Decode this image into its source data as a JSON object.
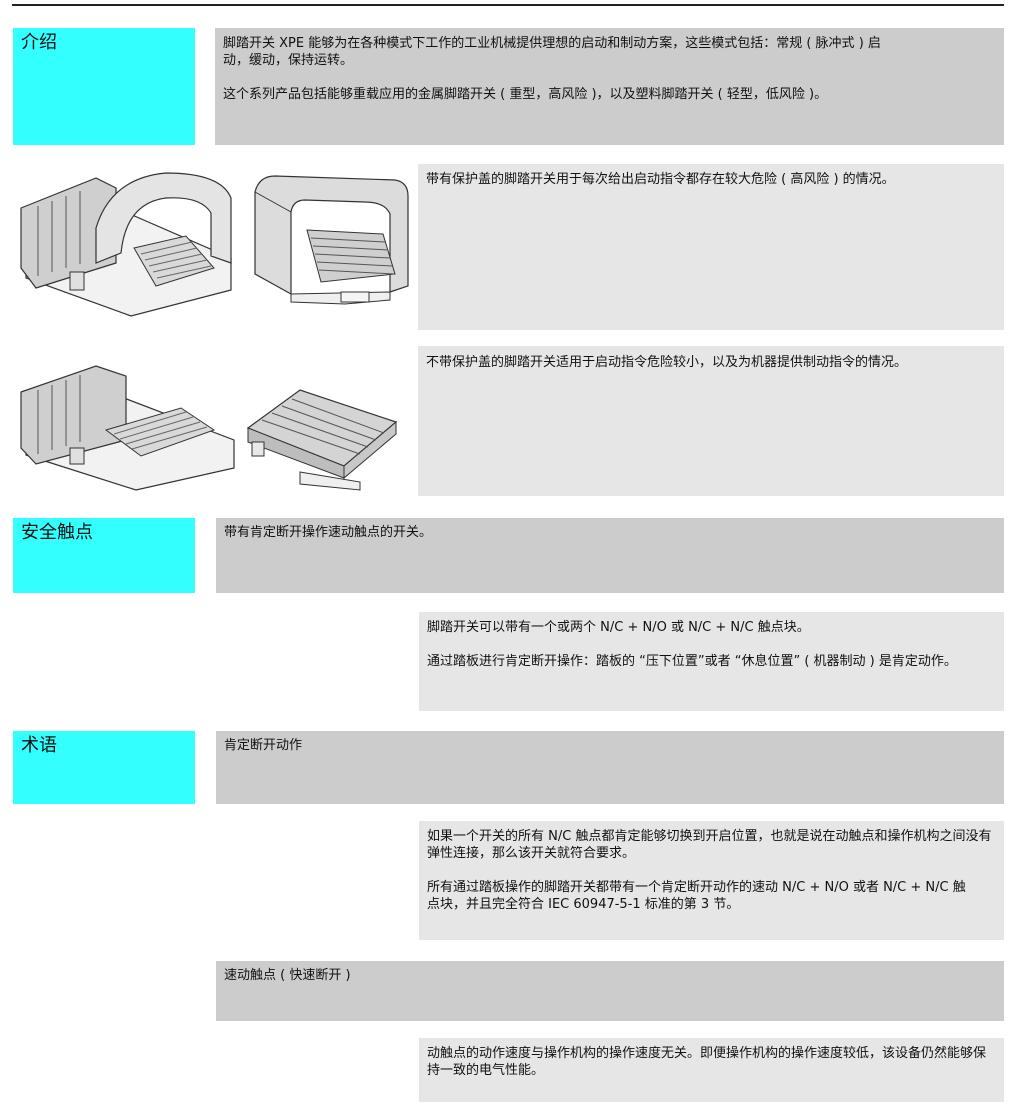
{
  "intro": {
    "label": "介绍",
    "paragraph_1": "脚踏开关 XPE 能够为在各种模式下工作的工业机械提供理想的启动和制动方案，这些模式包括：常规 ( 脉冲式 ) 启动，缓动，保持运转。",
    "paragraph_2": "这个系列产品包括能够重载应用的金属脚踏开关 ( 重型，高风险 )，以及塑料脚踏开关 ( 轻型，低风险 )。"
  },
  "covered_switch": {
    "description": "带有保护盖的脚踏开关用于每次给出启动指令都存在较大危险 ( 高风险 ) 的情况。"
  },
  "uncovered_switch": {
    "description": "不带保护盖的脚踏开关适用于启动指令危险较小，以及为机器提供制动指令的情况。"
  },
  "safety_contacts": {
    "label": "安全触点",
    "heading": "带有肯定断开操作速动触点的开关。",
    "paragraph_1": "脚踏开关可以带有一个或两个 N/C + N/O 或 N/C + N/C 触点块。",
    "paragraph_2": "通过踏板进行肯定断开操作：踏板的 “压下位置”或者 “休息位置” ( 机器制动 ) 是肯定动作。"
  },
  "terminology": {
    "label": "术语",
    "term_1": "肯定断开动作",
    "term_1_paragraph_1": "如果一个开关的所有 N/C 触点都肯定能够切换到开启位置，也就是说在动触点和操作机构之间没有弹性连接，那么该开关就符合要求。",
    "term_1_paragraph_2": "所有通过踏板操作的脚踏开关都带有一个肯定断开动作的速动 N/C + N/O 或者 N/C + N/C 触点块，并且完全符合 IEC 60947-5-1 标准的第 3 节。",
    "term_2": "速动触点 ( 快速断开 )",
    "term_2_paragraph_1": "动触点的动作速度与操作机构的操作速度无关。即便操作机构的操作速度较低，该设备仍然能够保持一致的电气性能。"
  },
  "colors": {
    "section_label_bg": "#33ffff",
    "primary_box_bg": "#cccccc",
    "secondary_box_bg": "#e6e6e6"
  }
}
